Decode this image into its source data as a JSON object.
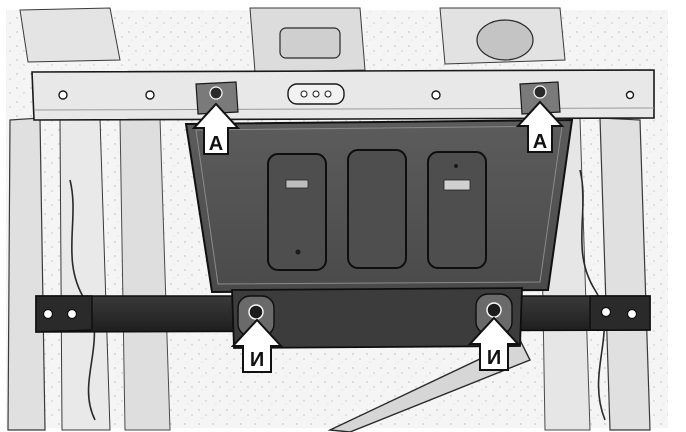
{
  "diagram": {
    "colors": {
      "background": "#ffffff",
      "chassis_light": "#e6e6e6",
      "chassis_mid": "#c8c8c8",
      "plate_dark": "#5a5a5a",
      "plate_mid": "#6e6e6e",
      "outline": "#1a1a1a",
      "arrow_fill": "#ffffff",
      "arrow_stroke": "#111111"
    },
    "callouts": [
      {
        "id": "top-left",
        "label": "A",
        "direction": "up"
      },
      {
        "id": "top-right",
        "label": "A",
        "direction": "up"
      },
      {
        "id": "bottom-left",
        "label": "И",
        "direction": "up"
      },
      {
        "id": "bottom-right",
        "label": "И",
        "direction": "up"
      }
    ]
  }
}
